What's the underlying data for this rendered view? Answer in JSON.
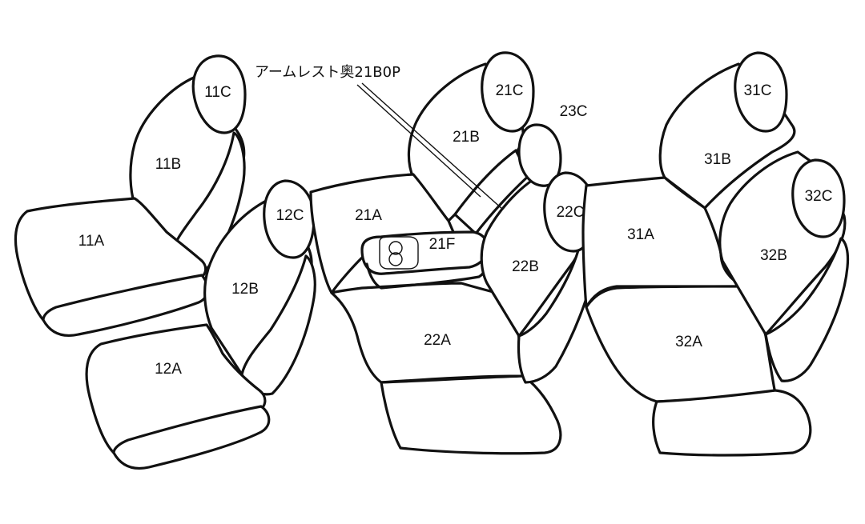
{
  "colors": {
    "outline": "#111111",
    "fill": "#ffffff"
  },
  "annotation": {
    "text": "アームレスト奥21B0P"
  },
  "labels": {
    "p11A": "11A",
    "p11B": "11B",
    "p11C": "11C",
    "p12A": "12A",
    "p12B": "12B",
    "p12C": "12C",
    "p21A": "21A",
    "p21B": "21B",
    "p21C": "21C",
    "p21F": "21F",
    "p22A": "22A",
    "p22B": "22B",
    "p22C": "22C",
    "p23C": "23C",
    "p31A": "31A",
    "p31B": "31B",
    "p31C": "31C",
    "p32A": "32A",
    "p32B": "32B",
    "p32C": "32C"
  }
}
